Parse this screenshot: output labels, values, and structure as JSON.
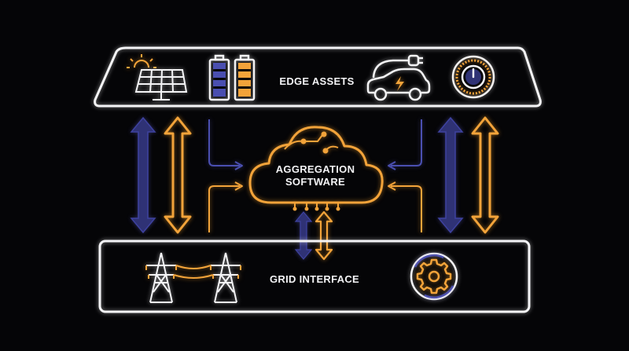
{
  "colors": {
    "background": "#050507",
    "outline": "#f4f4f6",
    "accent_orange": "#f2a33a",
    "accent_navy": "#2f3275"
  },
  "edge_panel": {
    "label": "EDGE ASSETS",
    "icons": [
      "solar-panel-icon",
      "battery-icon",
      "electric-vehicle-icon",
      "thermostat-icon"
    ]
  },
  "cloud": {
    "label_line1": "AGGREGATION",
    "label_line2": "SOFTWARE",
    "icon": "cloud-icon"
  },
  "grid_panel": {
    "label": "GRID INTERFACE",
    "icons": [
      "transmission-tower-icon",
      "gear-icon"
    ]
  },
  "arrows": {
    "left_pair": [
      "navy-double-arrow",
      "orange-double-arrow"
    ],
    "right_pair": [
      "navy-double-arrow",
      "orange-double-arrow"
    ],
    "center_pair": [
      "navy-double-arrow",
      "orange-double-arrow"
    ]
  }
}
